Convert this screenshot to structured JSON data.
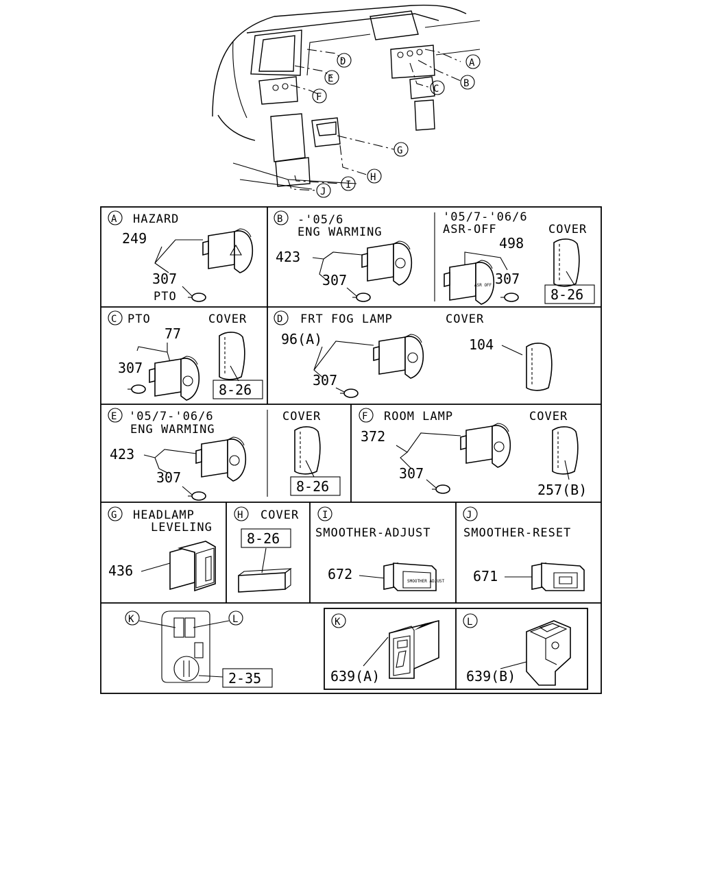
{
  "overview": {
    "callouts": [
      "A",
      "B",
      "C",
      "D",
      "E",
      "F",
      "G",
      "H",
      "I",
      "J"
    ]
  },
  "panels": {
    "a": {
      "letter": "A",
      "title": "HAZARD",
      "part": "249",
      "bulb": "307",
      "bulb_label": "PTO"
    },
    "b": {
      "letter": "B",
      "line1": "-'05/6",
      "line2": "ENG WARMING",
      "part": "423",
      "bulb": "307"
    },
    "b2": {
      "line1": "'05/7-'06/6",
      "line2": "ASR-OFF",
      "part": "498",
      "bulb": "307",
      "cover_label": "COVER",
      "ref": "8-26"
    },
    "c": {
      "letter": "C",
      "title": "PTO",
      "cover_label": "COVER",
      "part": "77",
      "bulb": "307",
      "ref": "8-26"
    },
    "d": {
      "letter": "D",
      "title": "FRT FOG LAMP",
      "cover_label": "COVER",
      "part": "96(A)",
      "bulb": "307",
      "cover_part": "104"
    },
    "e": {
      "letter": "E",
      "line1": "'05/7-'06/6",
      "line2": "ENG WARMING",
      "cover_label": "COVER",
      "part": "423",
      "bulb": "307",
      "ref": "8-26"
    },
    "f": {
      "letter": "F",
      "title": "ROOM LAMP",
      "cover_label": "COVER",
      "part": "372",
      "bulb": "307",
      "cover_part": "257(B)"
    },
    "g": {
      "letter": "G",
      "line1": "HEADLAMP",
      "line2": "LEVELING",
      "part": "436"
    },
    "h": {
      "letter": "H",
      "title": "COVER",
      "ref": "8-26"
    },
    "i": {
      "letter": "I",
      "title": "SMOOTHER-ADJUST",
      "part": "672"
    },
    "j": {
      "letter": "J",
      "title": "SMOOTHER-RESET",
      "part": "671"
    },
    "kl": {
      "k": "K",
      "l": "L",
      "ref": "2-35"
    },
    "k": {
      "letter": "K",
      "part": "639(A)"
    },
    "l": {
      "letter": "L",
      "part": "639(B)"
    }
  },
  "switch_face_labels": {
    "asr": "ASR OFF",
    "smoother": "SMOOTHER ADJUST"
  }
}
